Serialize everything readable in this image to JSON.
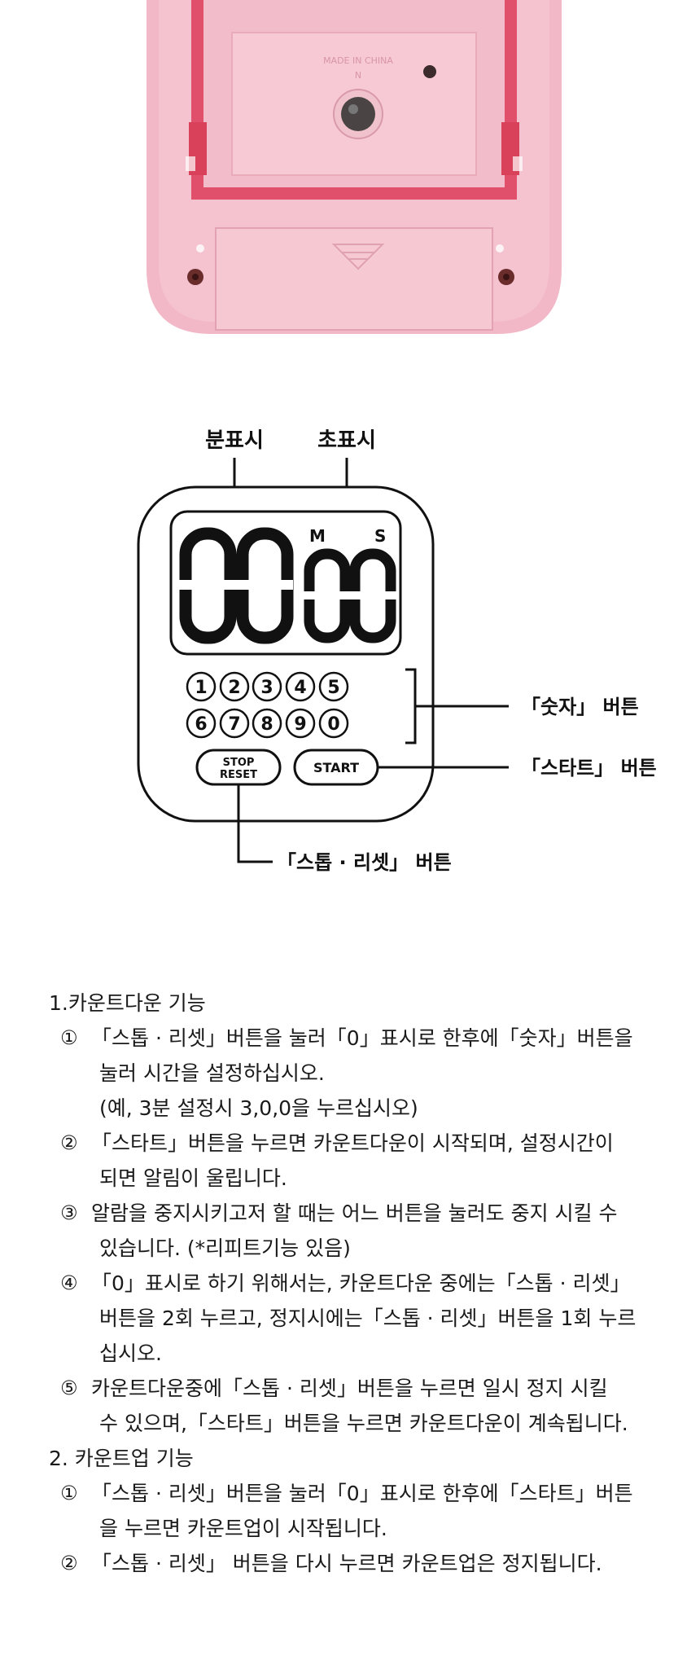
{
  "photo": {
    "embossed_text": "MADE IN CHINA",
    "embossed_code": "N",
    "colors": {
      "body": "#f2b7c6",
      "panel": "#f6c9d3",
      "hinge": "#e0485f",
      "screw": "#6b2a2a"
    }
  },
  "diagram": {
    "labels": {
      "minute_display": "분표시",
      "second_display": "초표시",
      "number_buttons": "「숫자」 버튼",
      "start_button": "「스타트」 버튼",
      "stop_reset_button": "「스톱 · 리셋」 버튼"
    },
    "display": {
      "m_label": "M",
      "s_label": "S",
      "digits": "0000"
    },
    "keypad": {
      "row1": [
        "1",
        "2",
        "3",
        "4",
        "5"
      ],
      "row2": [
        "6",
        "7",
        "8",
        "9",
        "0"
      ],
      "stop_label": "STOP",
      "reset_label": "RESET",
      "start_label": "START"
    }
  },
  "instructions": {
    "sections": [
      {
        "title": "1.카운트다운 기능",
        "items": [
          {
            "num": "①",
            "lines": [
              "「스톱 · 리셋」버튼을 눌러「0」표시로 한후에「숫자」버튼을",
              "눌러 시간을 설정하십시오.",
              "(예, 3분 설정시 3,0,0을 누르십시오)"
            ]
          },
          {
            "num": "②",
            "lines": [
              "「스타트」버튼을 누르면 카운트다운이 시작되며, 설정시간이",
              "되면 알림이 울립니다."
            ]
          },
          {
            "num": "③",
            "lines": [
              "알람을 중지시키고저 할 때는 어느 버튼을 눌러도 중지 시킬 수",
              "있습니다. (*리피트기능 있음)"
            ]
          },
          {
            "num": "④",
            "lines": [
              "「0」표시로 하기 위해서는, 카운트다운 중에는「스톱 · 리셋」",
              "버튼을 2회 누르고, 정지시에는「스톱 · 리셋」버튼을 1회 누르",
              "십시오."
            ]
          },
          {
            "num": "⑤",
            "lines": [
              "카운트다운중에「스톱 · 리셋」버튼을 누르면 일시 정지 시킬",
              "수 있으며,「스타트」버튼을 누르면 카운트다운이 계속됩니다."
            ]
          }
        ]
      },
      {
        "title": "2. 카운트업 기능",
        "items": [
          {
            "num": "①",
            "lines": [
              "「스톱 · 리셋」버튼을 눌러「0」표시로 한후에「스타트」버튼",
              "을 누르면 카운트업이 시작됩니다."
            ]
          },
          {
            "num": "②",
            "lines": [
              "「스톱 · 리셋」 버튼을 다시 누르면 카운트업은 정지됩니다."
            ]
          }
        ]
      }
    ]
  }
}
